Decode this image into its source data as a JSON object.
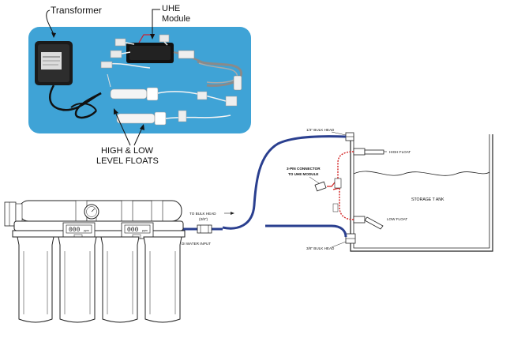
{
  "photo_labels": {
    "transformer": "Transformer",
    "uhe_line1": "UHE",
    "uhe_line2": "Module",
    "floats_line1": "HIGH & LOW",
    "floats_line2": "LEVEL FLOATS"
  },
  "schematic_labels": {
    "bulkhead_quarter": "1/4\" BULK HEAD",
    "bulkhead_three_eighth": "3/8\" BULK HEAD",
    "high_float": "HIGH FLOAT",
    "low_float": "LOW FLOAT",
    "connector_line1": "3-PIN CONNECTOR",
    "connector_line2": "TO UHE MODULE",
    "storage_tank": "STORAGE T ANK",
    "to_bulk_head": "TO BULK HEAD",
    "to_bulk_head_size": "(3/8\")",
    "di_water_input": "DI WATER INPUT"
  },
  "gauges": {
    "left_readout": "000",
    "right_readout": "000",
    "unit": "ppm"
  },
  "colors": {
    "photo_background": "#3fa3d6",
    "tubing": "#2a3f8f",
    "wire": "#d22020",
    "line": "#222222"
  }
}
